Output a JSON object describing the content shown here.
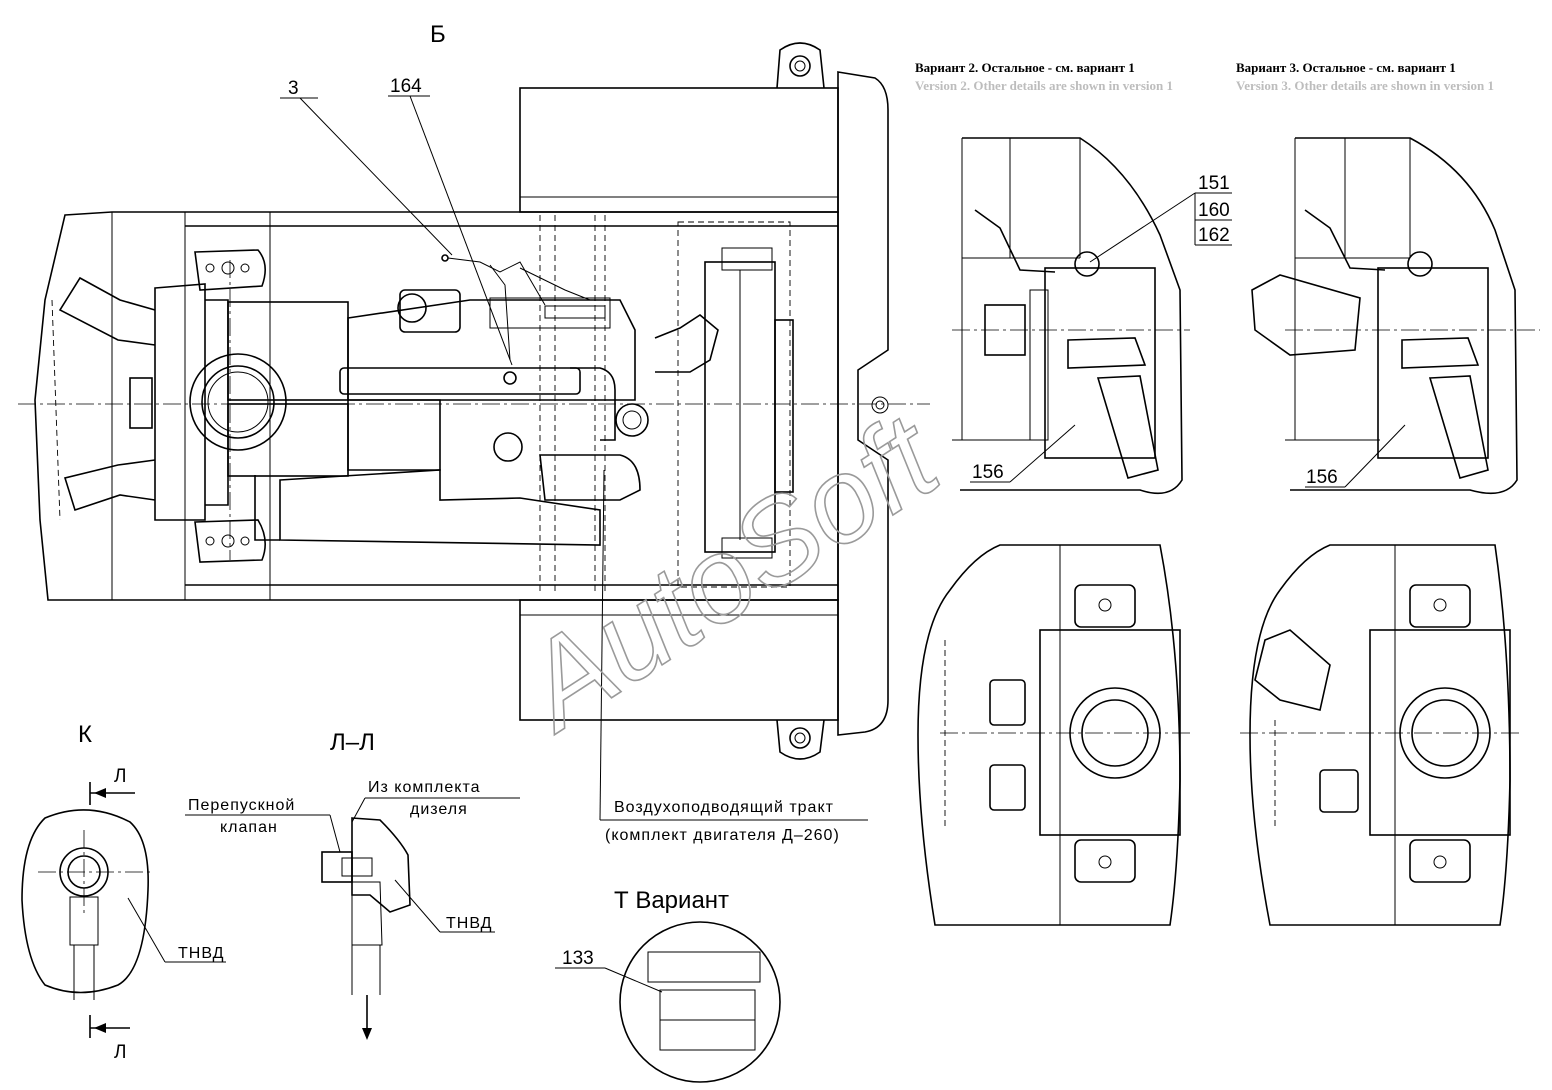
{
  "views": {
    "b": "Б",
    "k": "К",
    "ll": "Л–Л",
    "l_top": "Л",
    "l_bot": "Л",
    "t_variant": "Т Вариант"
  },
  "callouts": {
    "n3": "3",
    "n164": "164",
    "n151": "151",
    "n160": "160",
    "n162": "162",
    "n156a": "156",
    "n156b": "156",
    "n133": "133"
  },
  "variants": {
    "v2_ru": "Вариант 2. Остальное - см. вариант 1",
    "v2_en": "Version 2. Other details are shown in version 1",
    "v3_ru": "Вариант 3. Остальное - см. вариант 1",
    "v3_en": "Version 3. Other details are shown in version 1"
  },
  "annotations": {
    "bypass_1": "Перепускной",
    "bypass_2": "клапан",
    "kit_1": "Из комплекта",
    "kit_2": "дизеля",
    "tnvd_1": "ТНВД",
    "tnvd_2": "ТНВД",
    "air_1": "Воздухоподводящий тракт",
    "air_2": "(комплект двигателя Д–260)"
  },
  "watermark": "AutoSoft"
}
